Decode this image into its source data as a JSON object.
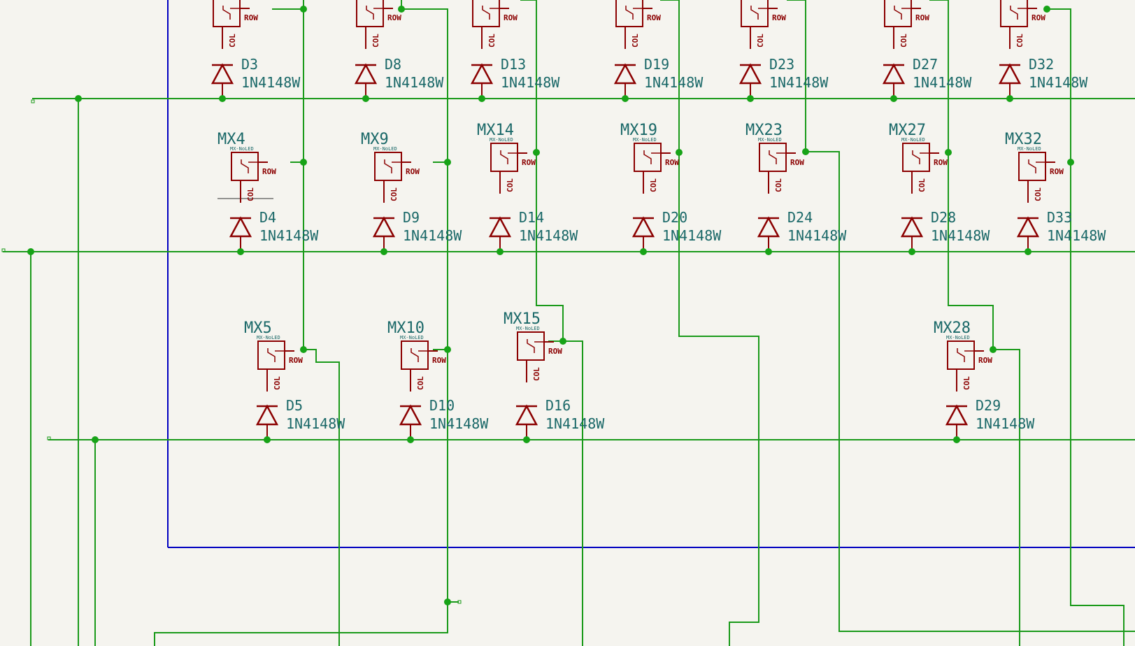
{
  "colors": {
    "background": "#f5f4ef",
    "wire": "#1a9a1a",
    "junction": "#17a317",
    "symbol": "#8b0000",
    "reference": "#1a6868",
    "frame": "#0000c0"
  },
  "pin_labels": {
    "row": "ROW",
    "col": "COL"
  },
  "diode_value": "1N4148W",
  "switch_value": "MX-NoLED",
  "switches": [
    {
      "ref": ""
    },
    {
      "ref": ""
    },
    {
      "ref": ""
    },
    {
      "ref": ""
    },
    {
      "ref": ""
    },
    {
      "ref": ""
    },
    {
      "ref": ""
    },
    {
      "ref": "MX4"
    },
    {
      "ref": "MX9"
    },
    {
      "ref": "MX14"
    },
    {
      "ref": "MX19"
    },
    {
      "ref": "MX23"
    },
    {
      "ref": "MX27"
    },
    {
      "ref": "MX32"
    },
    {
      "ref": "MX5"
    },
    {
      "ref": "MX10"
    },
    {
      "ref": "MX15"
    },
    {
      "ref": "MX28"
    }
  ],
  "diodes": [
    {
      "ref": "D3"
    },
    {
      "ref": "D8"
    },
    {
      "ref": "D13"
    },
    {
      "ref": "D19"
    },
    {
      "ref": "D23"
    },
    {
      "ref": "D27"
    },
    {
      "ref": "D32"
    },
    {
      "ref": "D4"
    },
    {
      "ref": "D9"
    },
    {
      "ref": "D14"
    },
    {
      "ref": "D20"
    },
    {
      "ref": "D24"
    },
    {
      "ref": "D28"
    },
    {
      "ref": "D33"
    },
    {
      "ref": "D5"
    },
    {
      "ref": "D10"
    },
    {
      "ref": "D16"
    },
    {
      "ref": "D29"
    }
  ]
}
